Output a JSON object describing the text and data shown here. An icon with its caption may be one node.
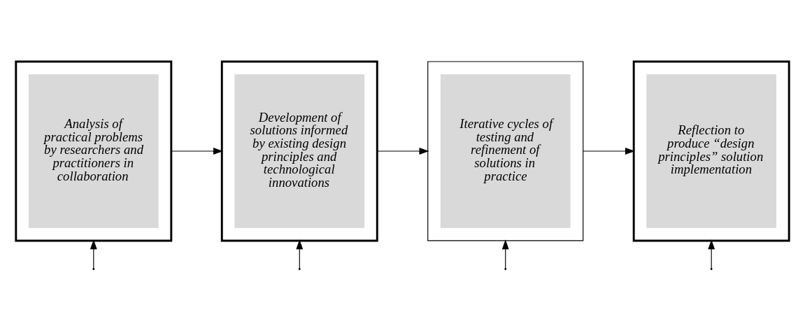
{
  "diagram": {
    "nodes": [
      {
        "text": [],
        "shape": "box"
      },
      {
        "text": [
          "Analysis of practical problems by researchers and practitioners in collaboration"
        ],
        "in": 0
      },
      {
        "text": [],
        "shape": "box"
      },
      {
        "text": [
          "Development of solutions informed by existing design principles and technological innovations"
        ],
        "in": 2
      },
      {
        "text": [],
        "shape": "box"
      },
      {
        "text": [
          "Iterative cycles of testing and refinement of solutions in practice"
        ],
        "in": 4
      },
      {
        "text": [],
        "shape": "box"
      },
      {
        "text": [
          "Reflection to produce “design principles” solution implementation"
        ],
        "in": 6
      }
    ],
    "edges": [
      {
        "from": 0,
        "to": 2,
        "arrow": "to"
      },
      {
        "from": 2,
        "to": 4,
        "arrow": "to"
      },
      {
        "from": 4,
        "to": 6,
        "arrow": "to"
      },
      {
        "from": null,
        "to": 0,
        "arrow": "to"
      },
      {
        "from": null,
        "to": 2,
        "arrow": "to"
      },
      {
        "from": null,
        "to": 4,
        "arrow": "to"
      },
      {
        "from": null,
        "to": 6,
        "arrow": "to"
      }
    ]
  }
}
